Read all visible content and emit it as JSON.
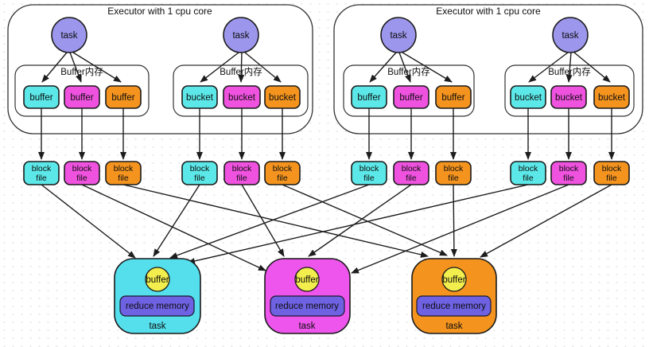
{
  "palette": {
    "cyan": "#5CE8E8",
    "magenta": "#EE52DE",
    "orange": "#F4941F",
    "task_purple": "#9C96EC",
    "memory_purple": "#6E62E2",
    "buffer_yellow": "#F2EE4E",
    "reducer_cyan": "#55DFEC",
    "reducer_magenta": "#EE55EC",
    "reducer_orange": "#F4941F",
    "line": "#2b2b2b"
  },
  "executors": [
    {
      "title": "Executor with 1 cpu core",
      "tasks": [
        {
          "label": "task",
          "memory_label": "Buffer内存",
          "cells": [
            "buffer",
            "buffer",
            "buffer"
          ]
        },
        {
          "label": "task",
          "memory_label": "Buffer内存",
          "cells": [
            "bucket",
            "bucket",
            "bucket"
          ]
        }
      ]
    },
    {
      "title": "Executor with 1 cpu core",
      "tasks": [
        {
          "label": "task",
          "memory_label": "Buffer内存",
          "cells": [
            "buffer",
            "buffer",
            "buffer"
          ]
        },
        {
          "label": "task",
          "memory_label": "Buffer内存",
          "cells": [
            "bucket",
            "bucket",
            "bucket"
          ]
        }
      ]
    }
  ],
  "block_file": {
    "line1": "block",
    "line2": "file"
  },
  "reducers": [
    {
      "buffer_label": "buffer",
      "memory_label": "reduce memory",
      "task_label": "task"
    },
    {
      "buffer_label": "buffer",
      "memory_label": "reduce memory",
      "task_label": "task"
    },
    {
      "buffer_label": "buffer",
      "memory_label": "reduce memory",
      "task_label": "task"
    }
  ]
}
